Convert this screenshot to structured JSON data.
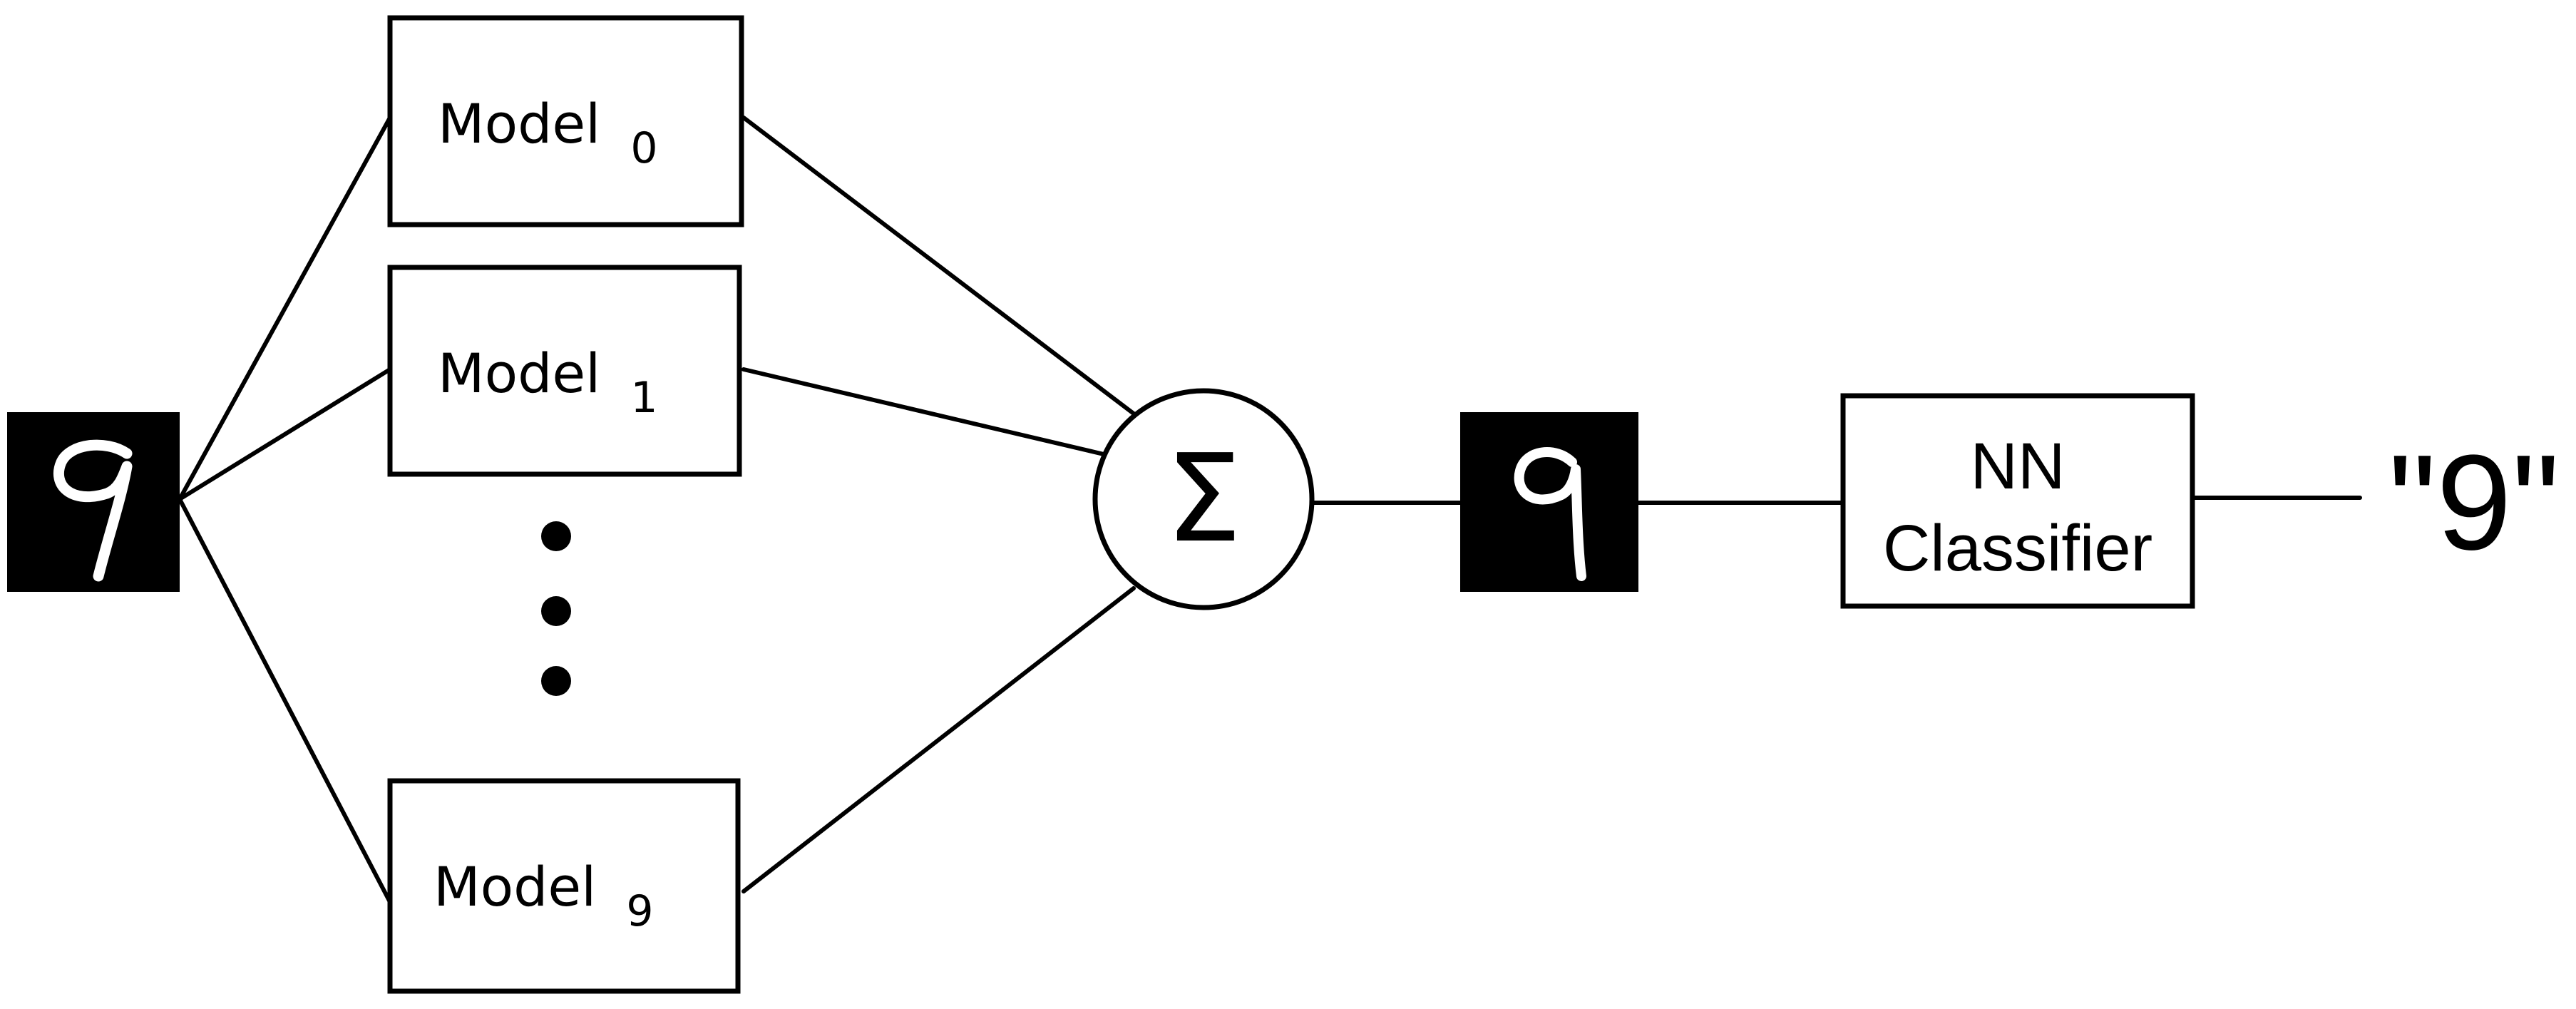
{
  "diagram": {
    "input_digit": "9",
    "models": [
      {
        "name": "Model",
        "index": "0"
      },
      {
        "name": "Model",
        "index": "1"
      },
      {
        "name": "Model",
        "index": "9"
      }
    ],
    "ellipsis": "⋮",
    "summation_symbol": "Σ",
    "reconstructed_digit": "9",
    "classifier": {
      "line1": "NN",
      "line2": "Classifier"
    },
    "output": "\"9\"",
    "colors": {
      "stroke": "#000000",
      "background": "#ffffff",
      "digit_tile": "#000000",
      "digit_stroke": "#ffffff"
    }
  }
}
